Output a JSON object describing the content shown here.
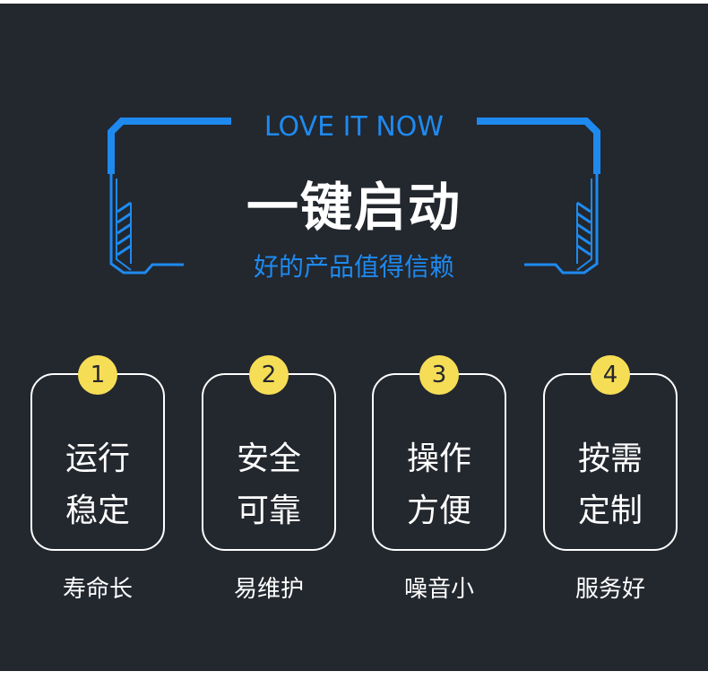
{
  "header": {
    "eyebrow": "LOVE IT NOW",
    "title": "一键启动",
    "subtitle": "好的产品值得信赖"
  },
  "features": [
    {
      "number": "1",
      "line1": "运行",
      "line2": "稳定",
      "caption": "寿命长"
    },
    {
      "number": "2",
      "line1": "安全",
      "line2": "可靠",
      "caption": "易维护"
    },
    {
      "number": "3",
      "line1": "操作",
      "line2": "方便",
      "caption": "噪音小"
    },
    {
      "number": "4",
      "line1": "按需",
      "line2": "定制",
      "caption": "服务好"
    }
  ],
  "colors": {
    "background": "#23272e",
    "accent_blue": "#1e8af0",
    "badge_yellow": "#f6dd56",
    "text_white": "#ffffff"
  }
}
